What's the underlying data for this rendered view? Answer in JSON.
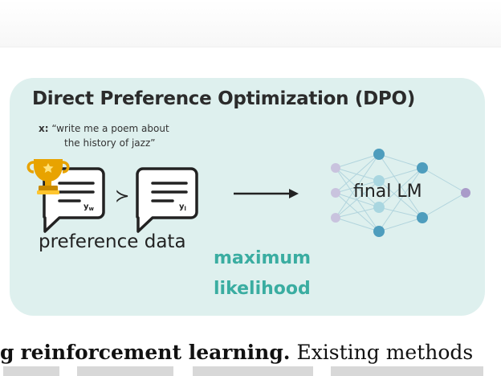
{
  "diagram": {
    "title": "Direct Preference Optimization (DPO)",
    "prompt": {
      "label": "x:",
      "line1": "“write me a poem about",
      "line2": "the history of jazz”"
    },
    "preference": {
      "win_symbol": "y",
      "win_subscript": "w",
      "comparator": "≻",
      "lose_symbol": "y",
      "lose_subscript": "l",
      "label": "preference data"
    },
    "objective": {
      "line1": "maximum",
      "line2": "likelihood"
    },
    "model": {
      "label": "final LM"
    },
    "icons": [
      "trophy-icon",
      "chat-bubble-icon",
      "arrow-right-icon",
      "neural-network-icon"
    ],
    "colors": {
      "panel": "#def0ee",
      "accent": "#3aada1",
      "node": "#4e9dbd",
      "trophy": "#e8a300"
    }
  },
  "body_text": {
    "fragment_lead": "g",
    "bold": "reinforcement learning.",
    "rest": " Existing methods"
  }
}
